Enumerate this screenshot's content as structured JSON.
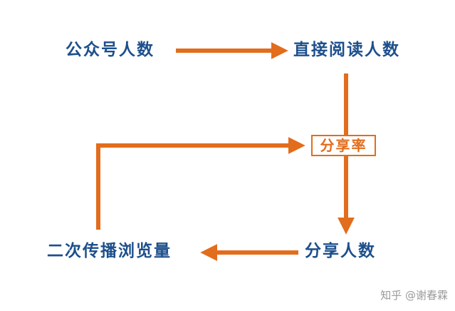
{
  "nodes": {
    "gongzhonghao": "公众号人数",
    "direct_read": "直接阅读人数",
    "share_people": "分享人数",
    "secondary_views": "二次传播浏览量"
  },
  "share_rate_label": "分享率",
  "watermark": "知乎 @谢春霖",
  "colors": {
    "text": "#1d4f8c",
    "arrow": "#e26d1c",
    "watermark": "#9a9a9a",
    "background": "#ffffff"
  }
}
